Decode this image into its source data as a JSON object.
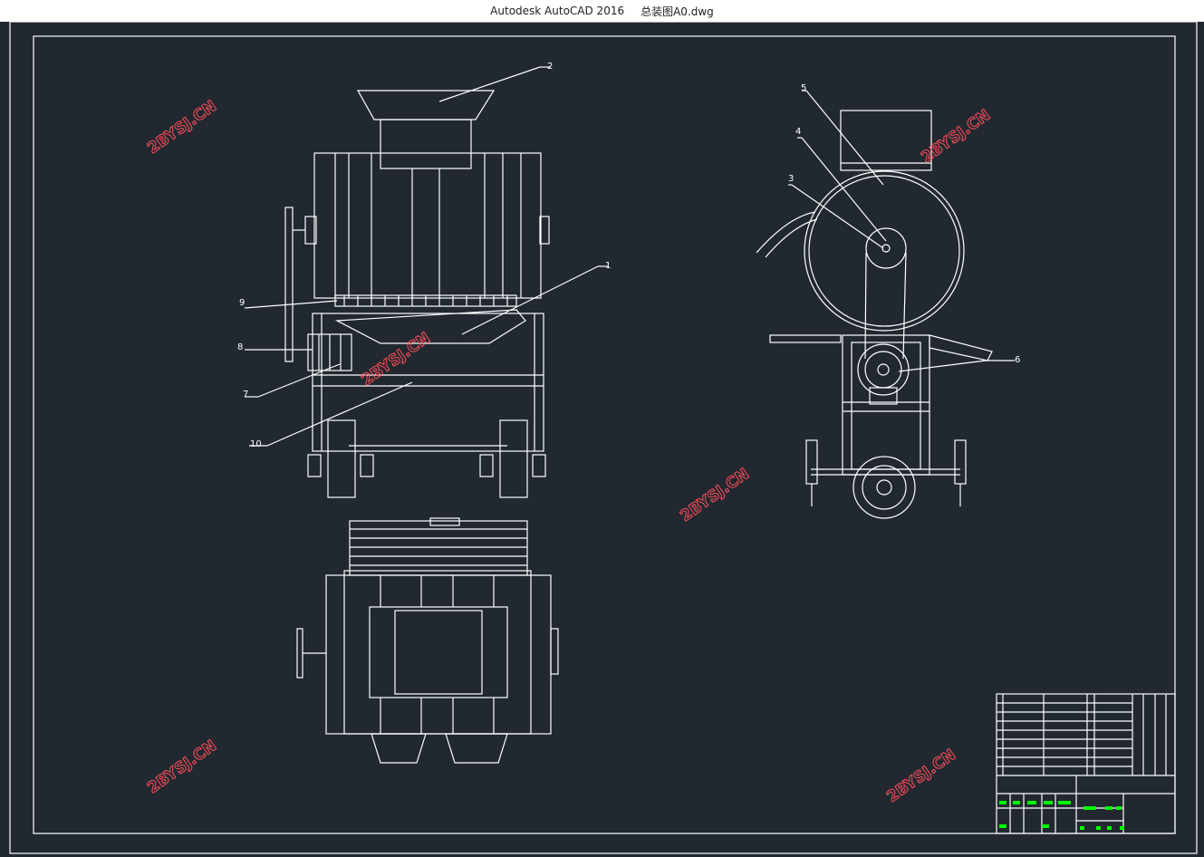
{
  "window": {
    "app_name": "Autodesk AutoCAD 2016",
    "file_name": "总装图A0.dwg"
  },
  "drawing": {
    "part_labels": [
      "1",
      "2",
      "3",
      "4",
      "5",
      "6",
      "7",
      "8",
      "9",
      "10"
    ],
    "watermark": "2BYSJ.CN",
    "colors": {
      "background": "#212830",
      "line": "#ffffff",
      "watermark": "#ff4d5a",
      "title_block_text": "#00ff00"
    }
  }
}
